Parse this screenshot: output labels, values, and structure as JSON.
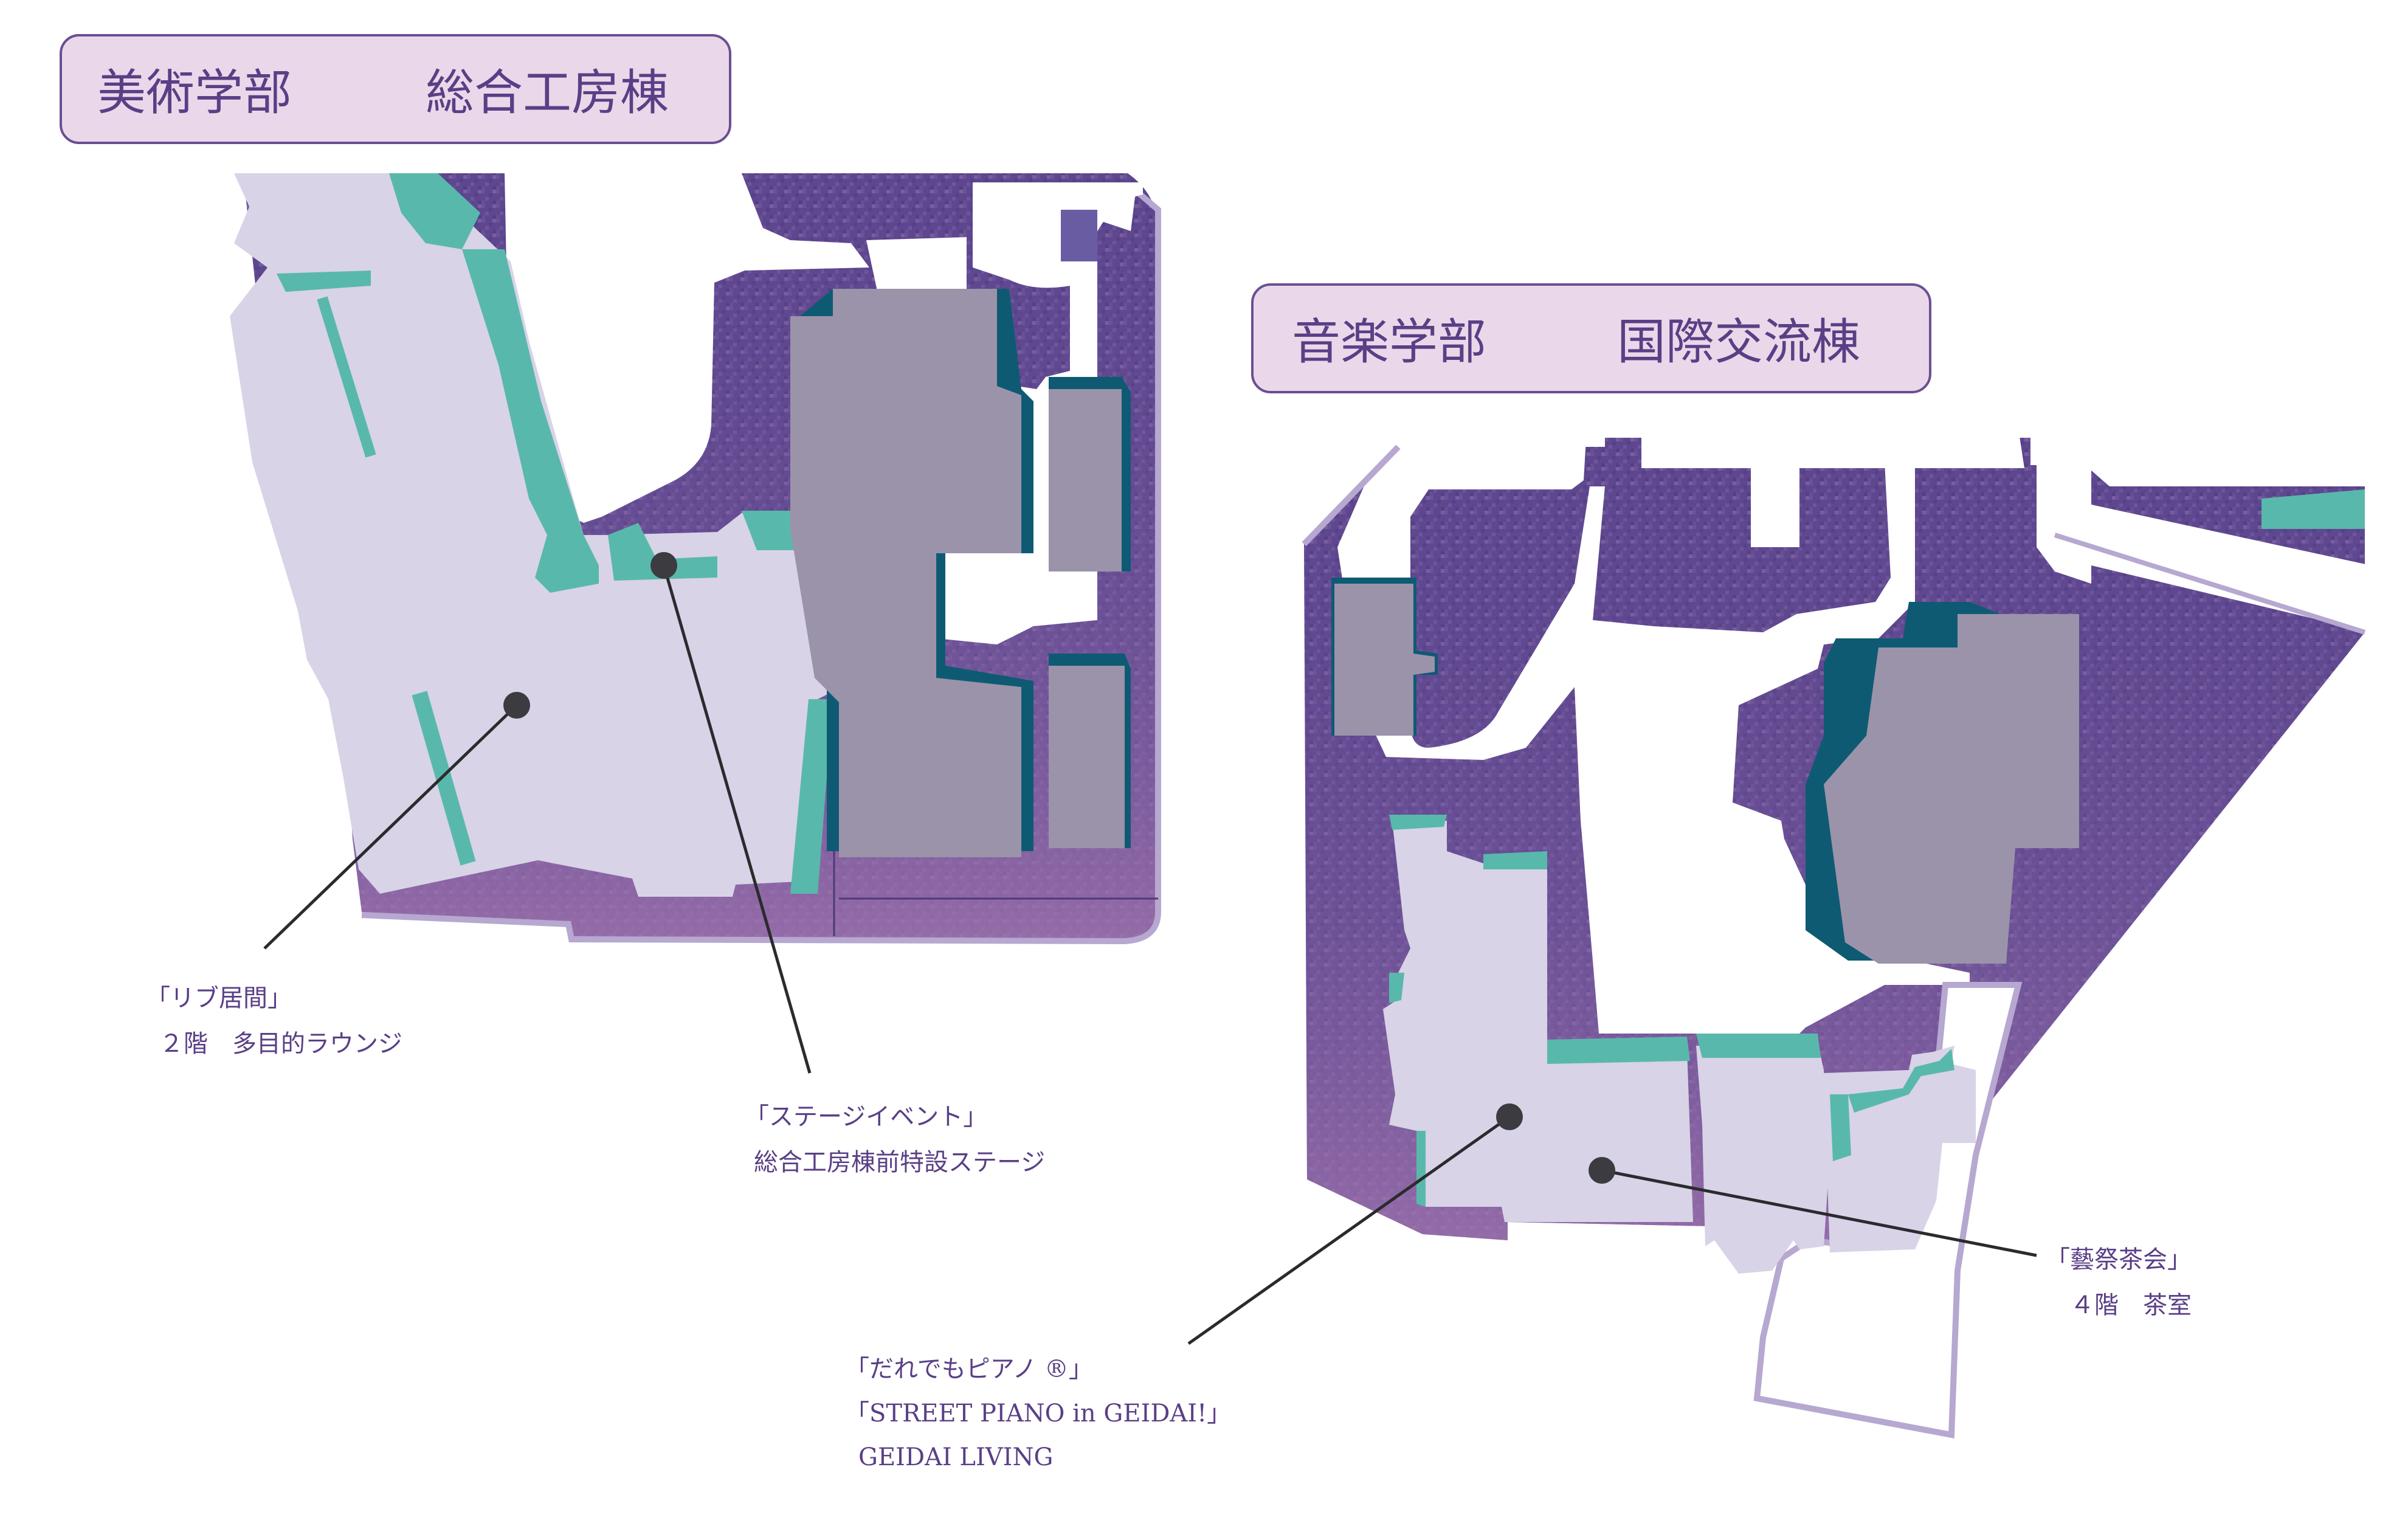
{
  "colors": {
    "ground": "#5e478f",
    "ground_light": "#8c6aa8",
    "building_main": "#d8d3e7",
    "building_gray": "#9b93aa",
    "teal": "#59b8ac",
    "dark_teal": "#0f5a73",
    "road": "#ffffff",
    "title_fill": "#ead8ea",
    "title_stroke": "#6a4f93",
    "label_text": "#5a3f86",
    "marker": "#3b3b40"
  },
  "art_section": {
    "title_left": "美術学部",
    "title_right": "総合工房棟"
  },
  "music_section": {
    "title_left": "音楽学部",
    "title_right": "国際交流棟"
  },
  "labels": {
    "rib_living": {
      "line1": "「リブ居間」",
      "line2": "２階　多目的ラウンジ"
    },
    "stage_event": {
      "line1": "「ステージイベント」",
      "line2": "総合工房棟前特設ステージ"
    },
    "street_piano": {
      "line1": "「だれでもピアノ ®」",
      "line2": "「STREET PIANO in GEIDAI!」",
      "line3": "GEIDAI LIVING"
    },
    "tea_ceremony": {
      "line1": "「藝祭茶会」",
      "line2": "４階　茶室"
    }
  }
}
